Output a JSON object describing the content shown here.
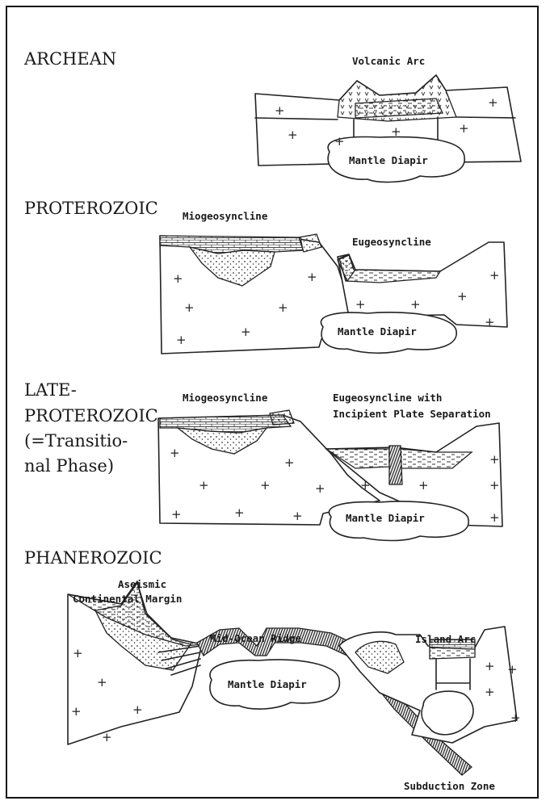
{
  "panels": {
    "archean": {
      "era": "ARCHEAN",
      "labels": {
        "volcanic_arc": "Volcanic Arc",
        "mantle_diapir": "Mantle Diapir"
      }
    },
    "proterozoic": {
      "era": "PROTEROZOIC",
      "labels": {
        "miogeosyncline": "Miogeosyncline",
        "eugeosyncline": "Eugeosyncline",
        "mantle_diapir": "Mantle Diapir"
      }
    },
    "late_proterozoic": {
      "era_lines": [
        "LATE-",
        "PROTEROZOIC",
        "(=Transitio-",
        "nal Phase)"
      ],
      "labels": {
        "miogeosyncline": "Miogeosyncline",
        "eugeosyncline_line1": "Eugeosyncline with",
        "eugeosyncline_line2": "Incipient Plate Separation",
        "mantle_diapir": "Mantle Diapir"
      }
    },
    "phanerozoic": {
      "era": "PHANEROZOIC",
      "labels": {
        "aseismic_line1": "Aseismic",
        "aseismic_line2": "Continental Margin",
        "mid_ocean_ridge": "Mid-Ocean Ridge",
        "island_arc": "Island Arc",
        "mantle_diapir": "Mantle Diapir",
        "subduction_zone": "Subduction Zone"
      }
    }
  }
}
